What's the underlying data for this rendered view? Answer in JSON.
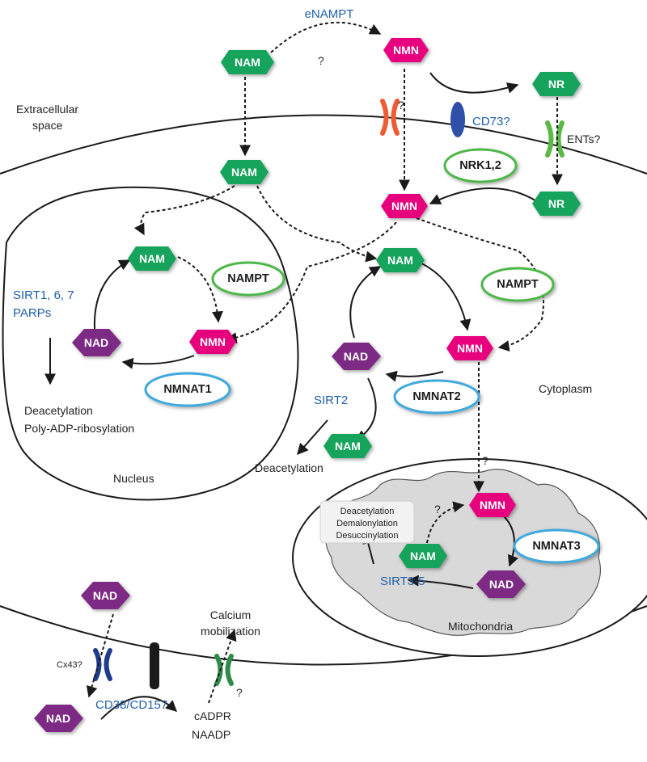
{
  "colors": {
    "nam_nr_green": "#17a35b",
    "nmn_magenta": "#e6007e",
    "nad_purple": "#7b2a83",
    "label_blue": "#1f5fa8",
    "oval_green": "#4db848",
    "oval_blue": "#41a9dd",
    "mito_gray": "#d9d9d9"
  },
  "molecules": {
    "nam": "NAM",
    "nmn": "NMN",
    "nr": "NR",
    "nad": "NAD"
  },
  "enzymes": {
    "nrk": "NRK1,2",
    "nampt": "NAMPT",
    "nmnat1": "NMNAT1",
    "nmnat2": "NMNAT2",
    "nmnat3": "NMNAT3"
  },
  "labels": {
    "enampt": "eNAMPT",
    "extracellular_1": "Extracellular",
    "extracellular_2": "space",
    "cd73": "CD73?",
    "ents": "ENTs?",
    "sirt167_1": "SIRT1, 6, 7",
    "sirt167_2": "PARPs",
    "nucleus_out_1": "Deacetylation",
    "nucleus_out_2": "Poly-ADP-ribosylation",
    "nucleus": "Nucleus",
    "sirt2": "SIRT2",
    "deacetylation": "Deacetylation",
    "cytoplasm": "Cytoplasm",
    "mito_box_1": "Deacetylation",
    "mito_box_2": "Demalonylation",
    "mito_box_3": "Desuccinylation",
    "sirt35": "SIRT3-5",
    "mitochondria": "Mitochondria",
    "calcium_1": "Calcium",
    "calcium_2": "mobilization",
    "cx43": "Cx43?",
    "cd38": "CD38/CD157",
    "cadpr": "cADPR",
    "naadp": "NAADP",
    "question": "?"
  }
}
